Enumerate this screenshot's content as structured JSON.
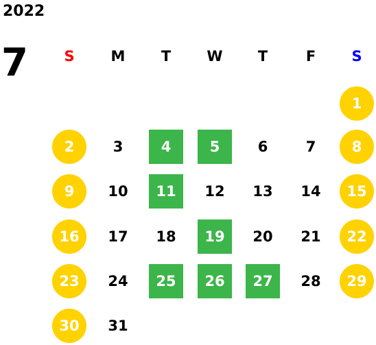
{
  "calendar": {
    "year": "2022",
    "month": "7",
    "weekdays": [
      {
        "label": "S",
        "color": "#ff0000"
      },
      {
        "label": "M",
        "color": "#000000"
      },
      {
        "label": "T",
        "color": "#000000"
      },
      {
        "label": "W",
        "color": "#000000"
      },
      {
        "label": "T",
        "color": "#000000"
      },
      {
        "label": "F",
        "color": "#000000"
      },
      {
        "label": "S",
        "color": "#0000ff"
      }
    ],
    "first_weekday_index": 6,
    "days_in_month": 31,
    "highlighted_days": [
      4,
      5,
      11,
      19,
      25,
      26,
      27
    ],
    "weekend_highlight_color": "#ffd200",
    "green_highlight_color": "#3cb54a"
  }
}
